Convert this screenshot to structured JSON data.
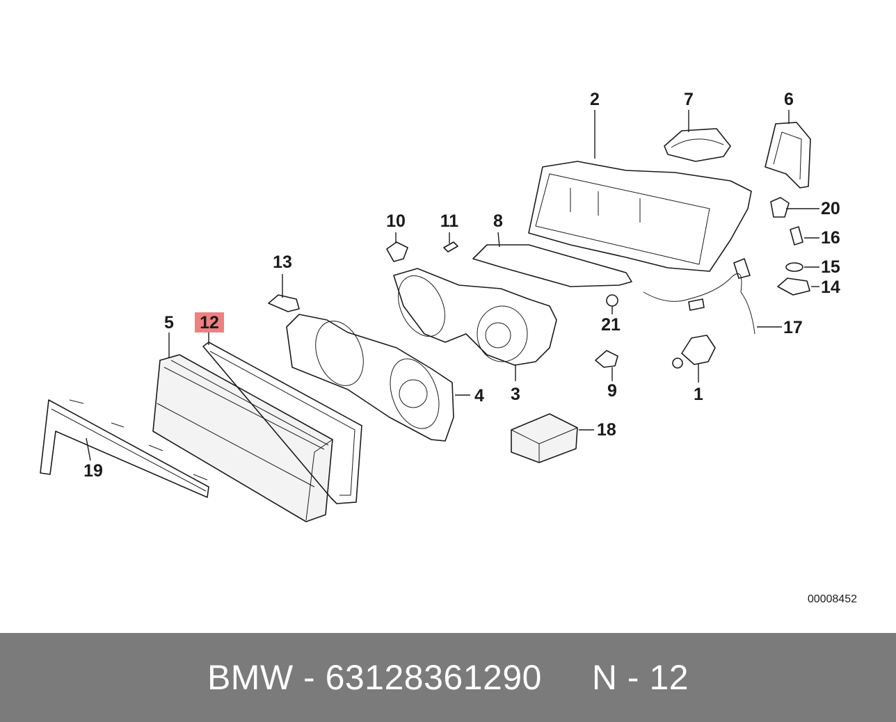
{
  "diagram": {
    "callouts": {
      "c1": "1",
      "c2": "2",
      "c3": "3",
      "c4": "4",
      "c5": "5",
      "c6": "6",
      "c7": "7",
      "c8": "8",
      "c9": "9",
      "c10": "10",
      "c11": "11",
      "c12": "12",
      "c13": "13",
      "c14": "14",
      "c15": "15",
      "c16": "16",
      "c17": "17",
      "c18": "18",
      "c19": "19",
      "c20": "20",
      "c21": "21"
    },
    "highlighted_callout": "12",
    "highlight_color": "#f08080",
    "diagram_id": "00008452"
  },
  "footer": {
    "text": "BMW - 63128361290     N - 12",
    "background": "#7b7b7b"
  }
}
